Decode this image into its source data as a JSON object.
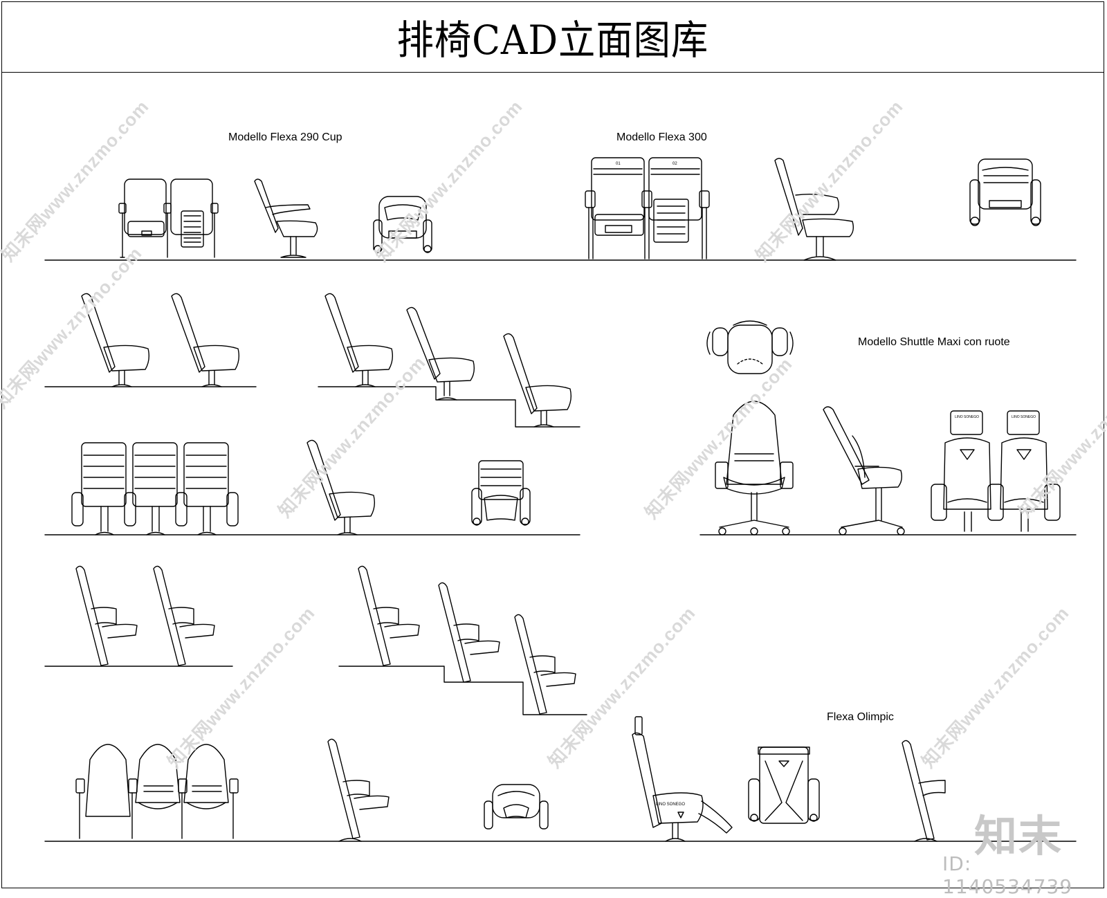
{
  "title": "排椅CAD立面图库",
  "labels": {
    "flexa290": "Modello Flexa 290 Cup",
    "flexa300": "Modello Flexa 300",
    "shuttle": "Modello Shuttle Maxi con ruote",
    "olimpic": "Flexa Olimpic"
  },
  "seat_numbers": [
    "01",
    "02"
  ],
  "brand_text": "LINO SONEGO",
  "watermark": "知末网www.znzmo.com",
  "brand": {
    "logo": "知末",
    "id": "ID: 1140534739"
  },
  "colors": {
    "line": "#000000",
    "watermark": "#d9d9d9"
  }
}
